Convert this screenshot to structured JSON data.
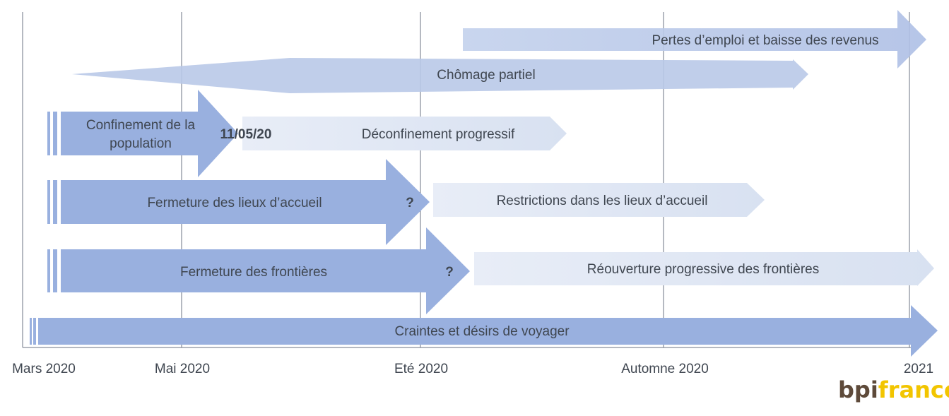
{
  "axis": {
    "labels": [
      "Mars 2020",
      "Mai 2020",
      "Eté 2020",
      "Automne 2020",
      "2021"
    ]
  },
  "bars": {
    "emploi": "Pertes d’emploi et baisse des revenus",
    "chomage": "Chômage partiel",
    "confinement_line1": "Confinement de la",
    "confinement_line2": "population",
    "date_deconfinement": "11/05/20",
    "deconfinement": "Déconfinement progressif",
    "fermeture_lieux": "Fermeture des lieux d’accueil",
    "question_1": "?",
    "restrictions": "Restrictions dans les lieux d’accueil",
    "fermeture_frontieres": "Fermeture des frontières",
    "question_2": "?",
    "reouverture": "Réouverture progressive des frontières",
    "craintes": "Craintes et désirs de voyager"
  },
  "logo": {
    "part1": "bpi",
    "part2": "france"
  },
  "colors": {
    "dark_bar": "#99b0df",
    "light_bar": "#dfe6f3",
    "mid_bar": "#b4c6e6",
    "logo_brown": "#5e4a3a",
    "logo_yellow": "#f2c500"
  }
}
